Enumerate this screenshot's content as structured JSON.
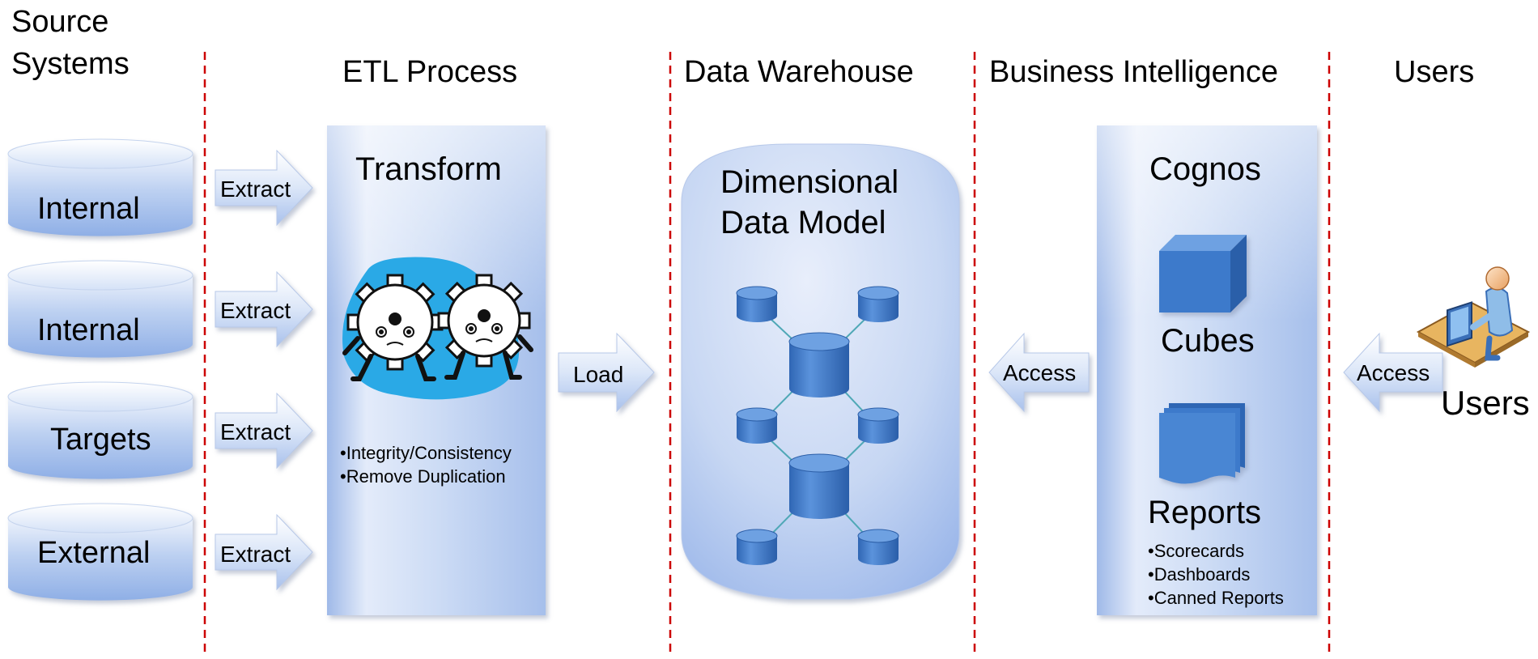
{
  "headers": {
    "source_line1": "Source",
    "source_line2": "Systems",
    "etl": "ETL Process",
    "warehouse": "Data Warehouse",
    "bi": "Business Intelligence",
    "users": "Users"
  },
  "sources": [
    "Internal",
    "Internal",
    "Targets",
    "External"
  ],
  "extract_label": "Extract",
  "etl_panel": {
    "title": "Transform",
    "bullets": [
      "•Integrity/Consistency",
      "•Remove Duplication"
    ]
  },
  "load_label": "Load",
  "warehouse_panel": {
    "title_line1": "Dimensional",
    "title_line2": "Data Model"
  },
  "access_label": "Access",
  "bi_panel": {
    "title": "Cognos",
    "cubes": "Cubes",
    "reports": "Reports",
    "bullets": [
      "•Scorecards",
      "•Dashboards",
      "•Canned Reports"
    ]
  },
  "users_access_label": "Access",
  "users_label": "Users",
  "colors": {
    "divider": "#cc0000",
    "panel_light": "#e4ecfa",
    "panel_mid": "#a9c1ec",
    "node_blue": "#3d7acb",
    "connector": "#4fa8b6",
    "gear_bg": "#2aa9e6"
  }
}
